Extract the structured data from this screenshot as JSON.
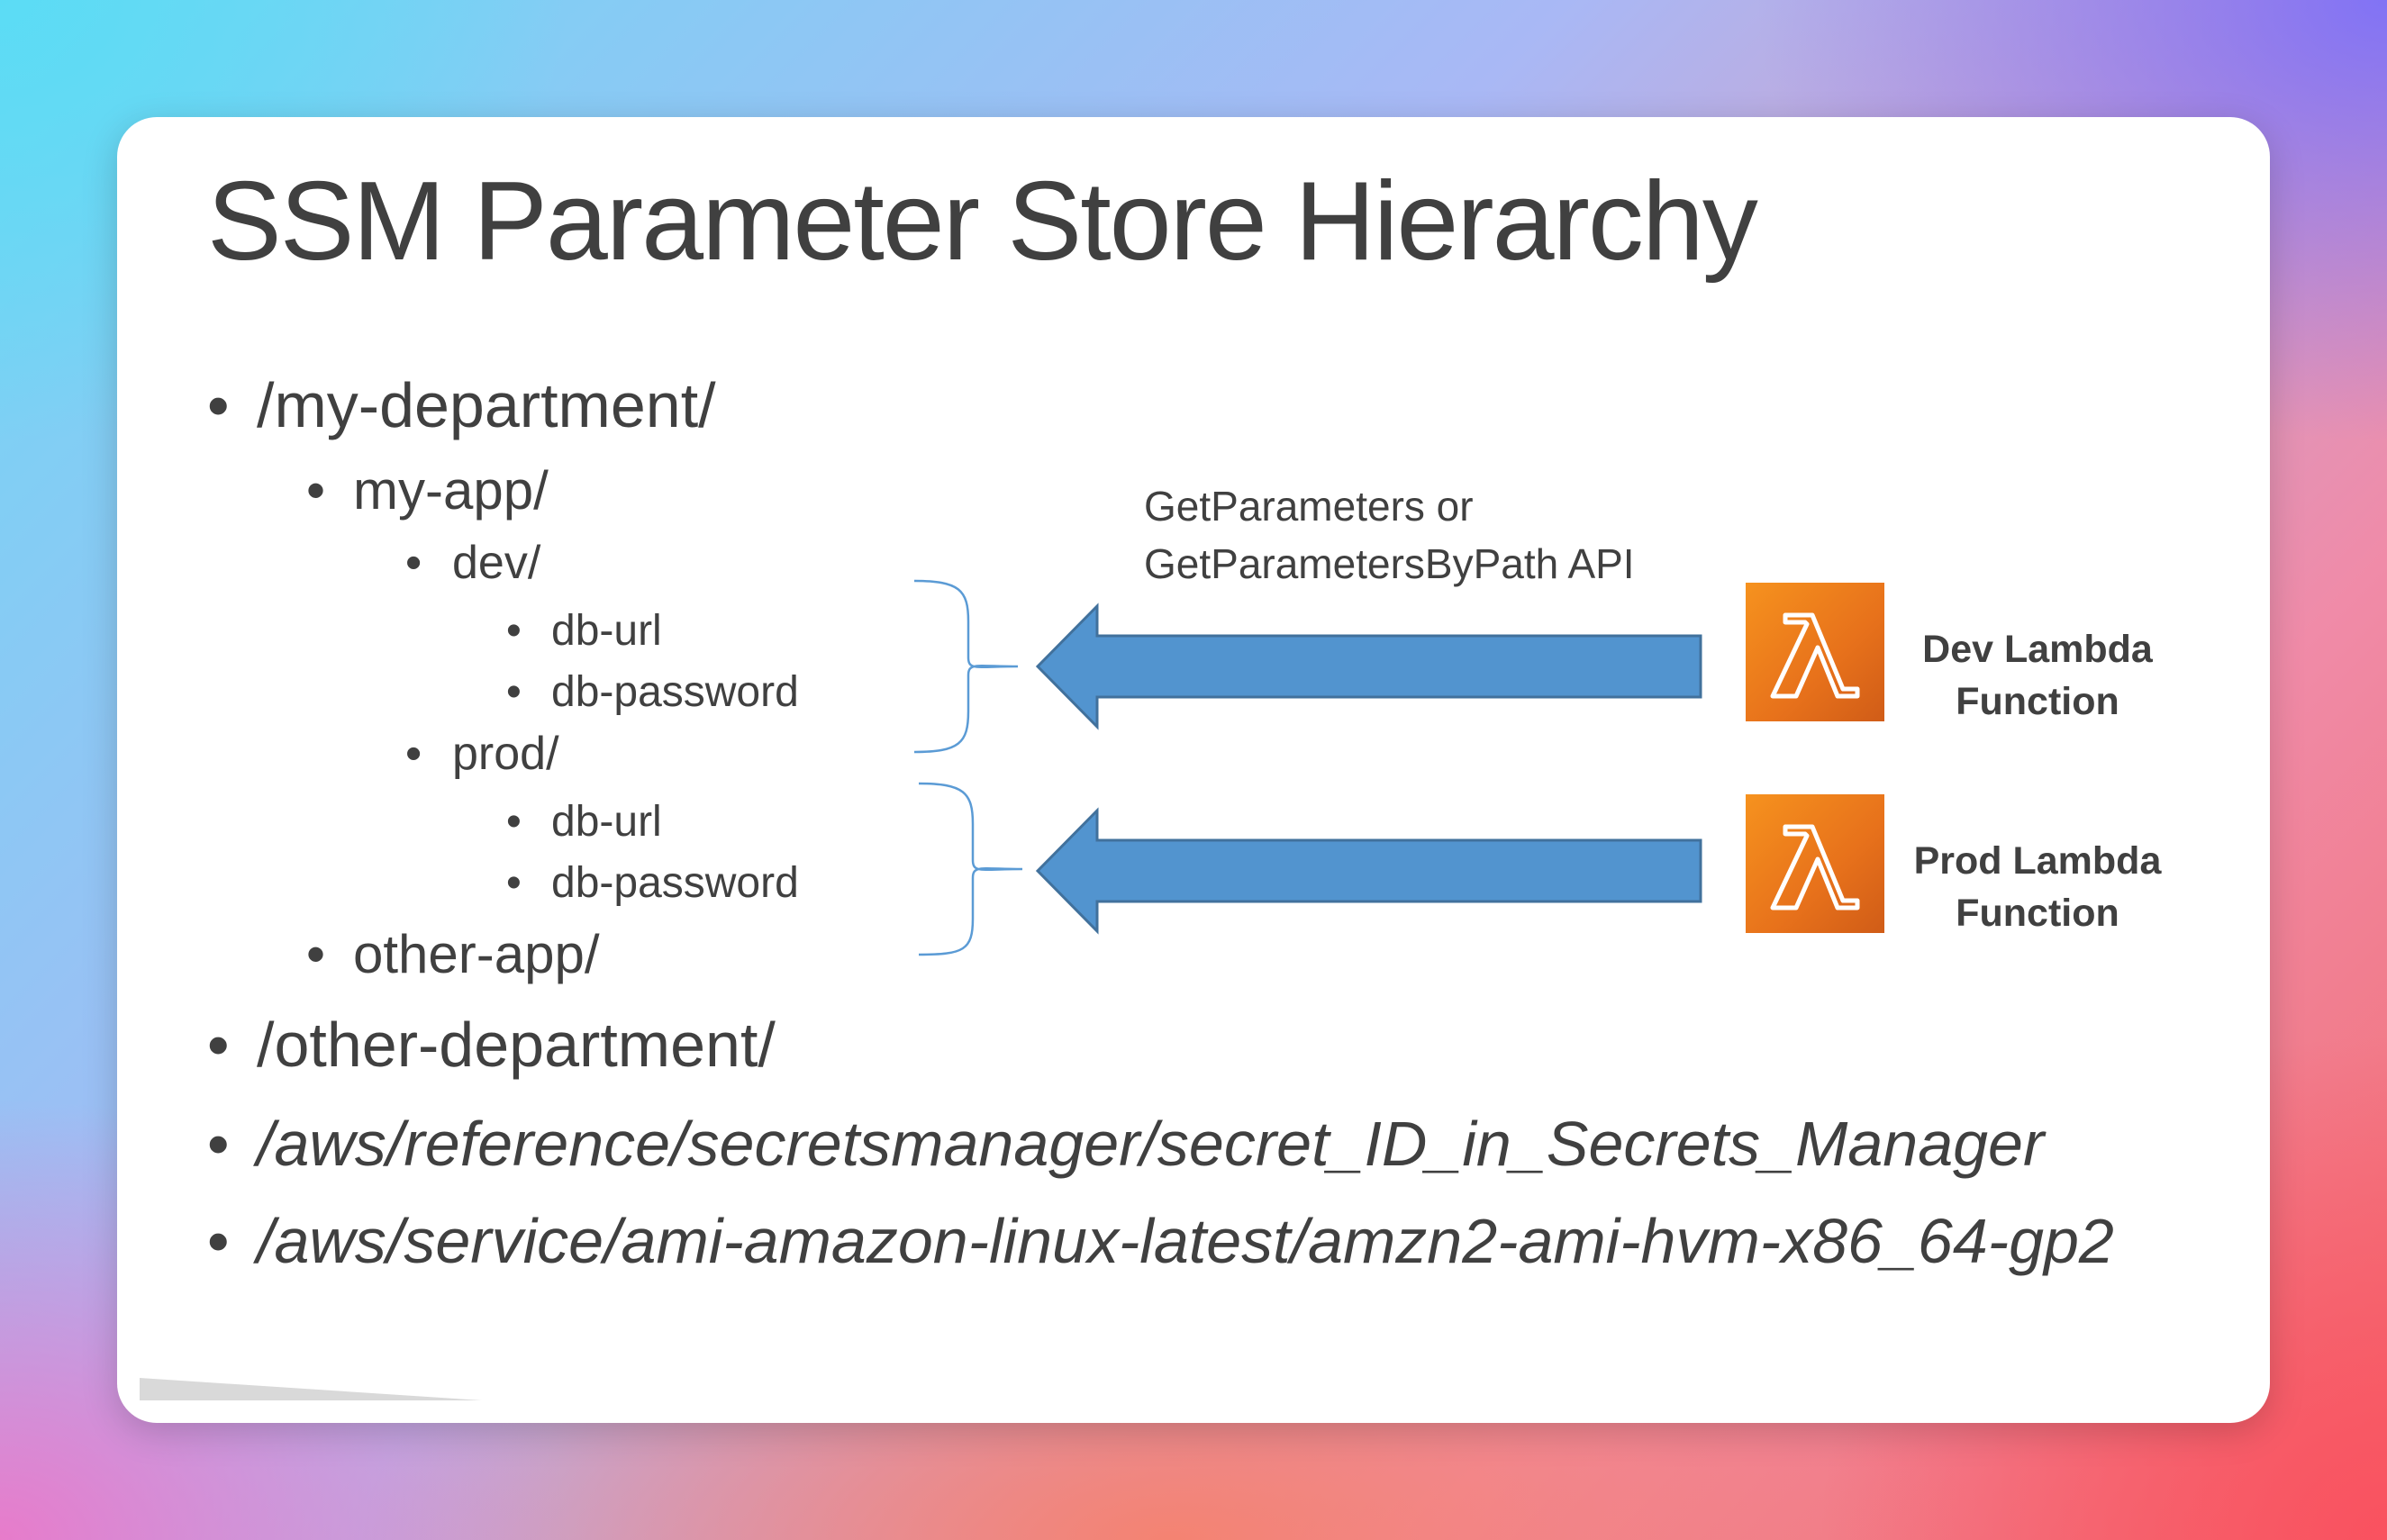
{
  "slide": {
    "title": "SSM Parameter Store Hierarchy"
  },
  "tree": {
    "bullet": "•",
    "my_department": "/my-department/",
    "my_app": "my-app/",
    "dev": "dev/",
    "dev_db_url": "db-url",
    "dev_db_password": "db-password",
    "prod": "prod/",
    "prod_db_url": "db-url",
    "prod_db_password": "db-password",
    "other_app": "other-app/",
    "other_department": "/other-department/",
    "secrets_ref": "/aws/reference/secretsmanager/secret_ID_in_Secrets_Manager",
    "ami_ref": "/aws/service/ami-amazon-linux-latest/amzn2-ami-hvm-x86_64-gp2"
  },
  "api": {
    "line1": "GetParameters or",
    "line2": "GetParametersByPath API"
  },
  "functions": {
    "dev": {
      "line1": "Dev Lambda",
      "line2": "Function",
      "icon": "lambda-icon"
    },
    "prod": {
      "line1": "Prod Lambda",
      "line2": "Function",
      "icon": "lambda-icon"
    }
  },
  "colors": {
    "arrow_fill": "#5294cf",
    "arrow_stroke": "#41719c",
    "brace": "#5b9bd5",
    "lambda_orange": "#e8731b",
    "text": "#404040"
  }
}
